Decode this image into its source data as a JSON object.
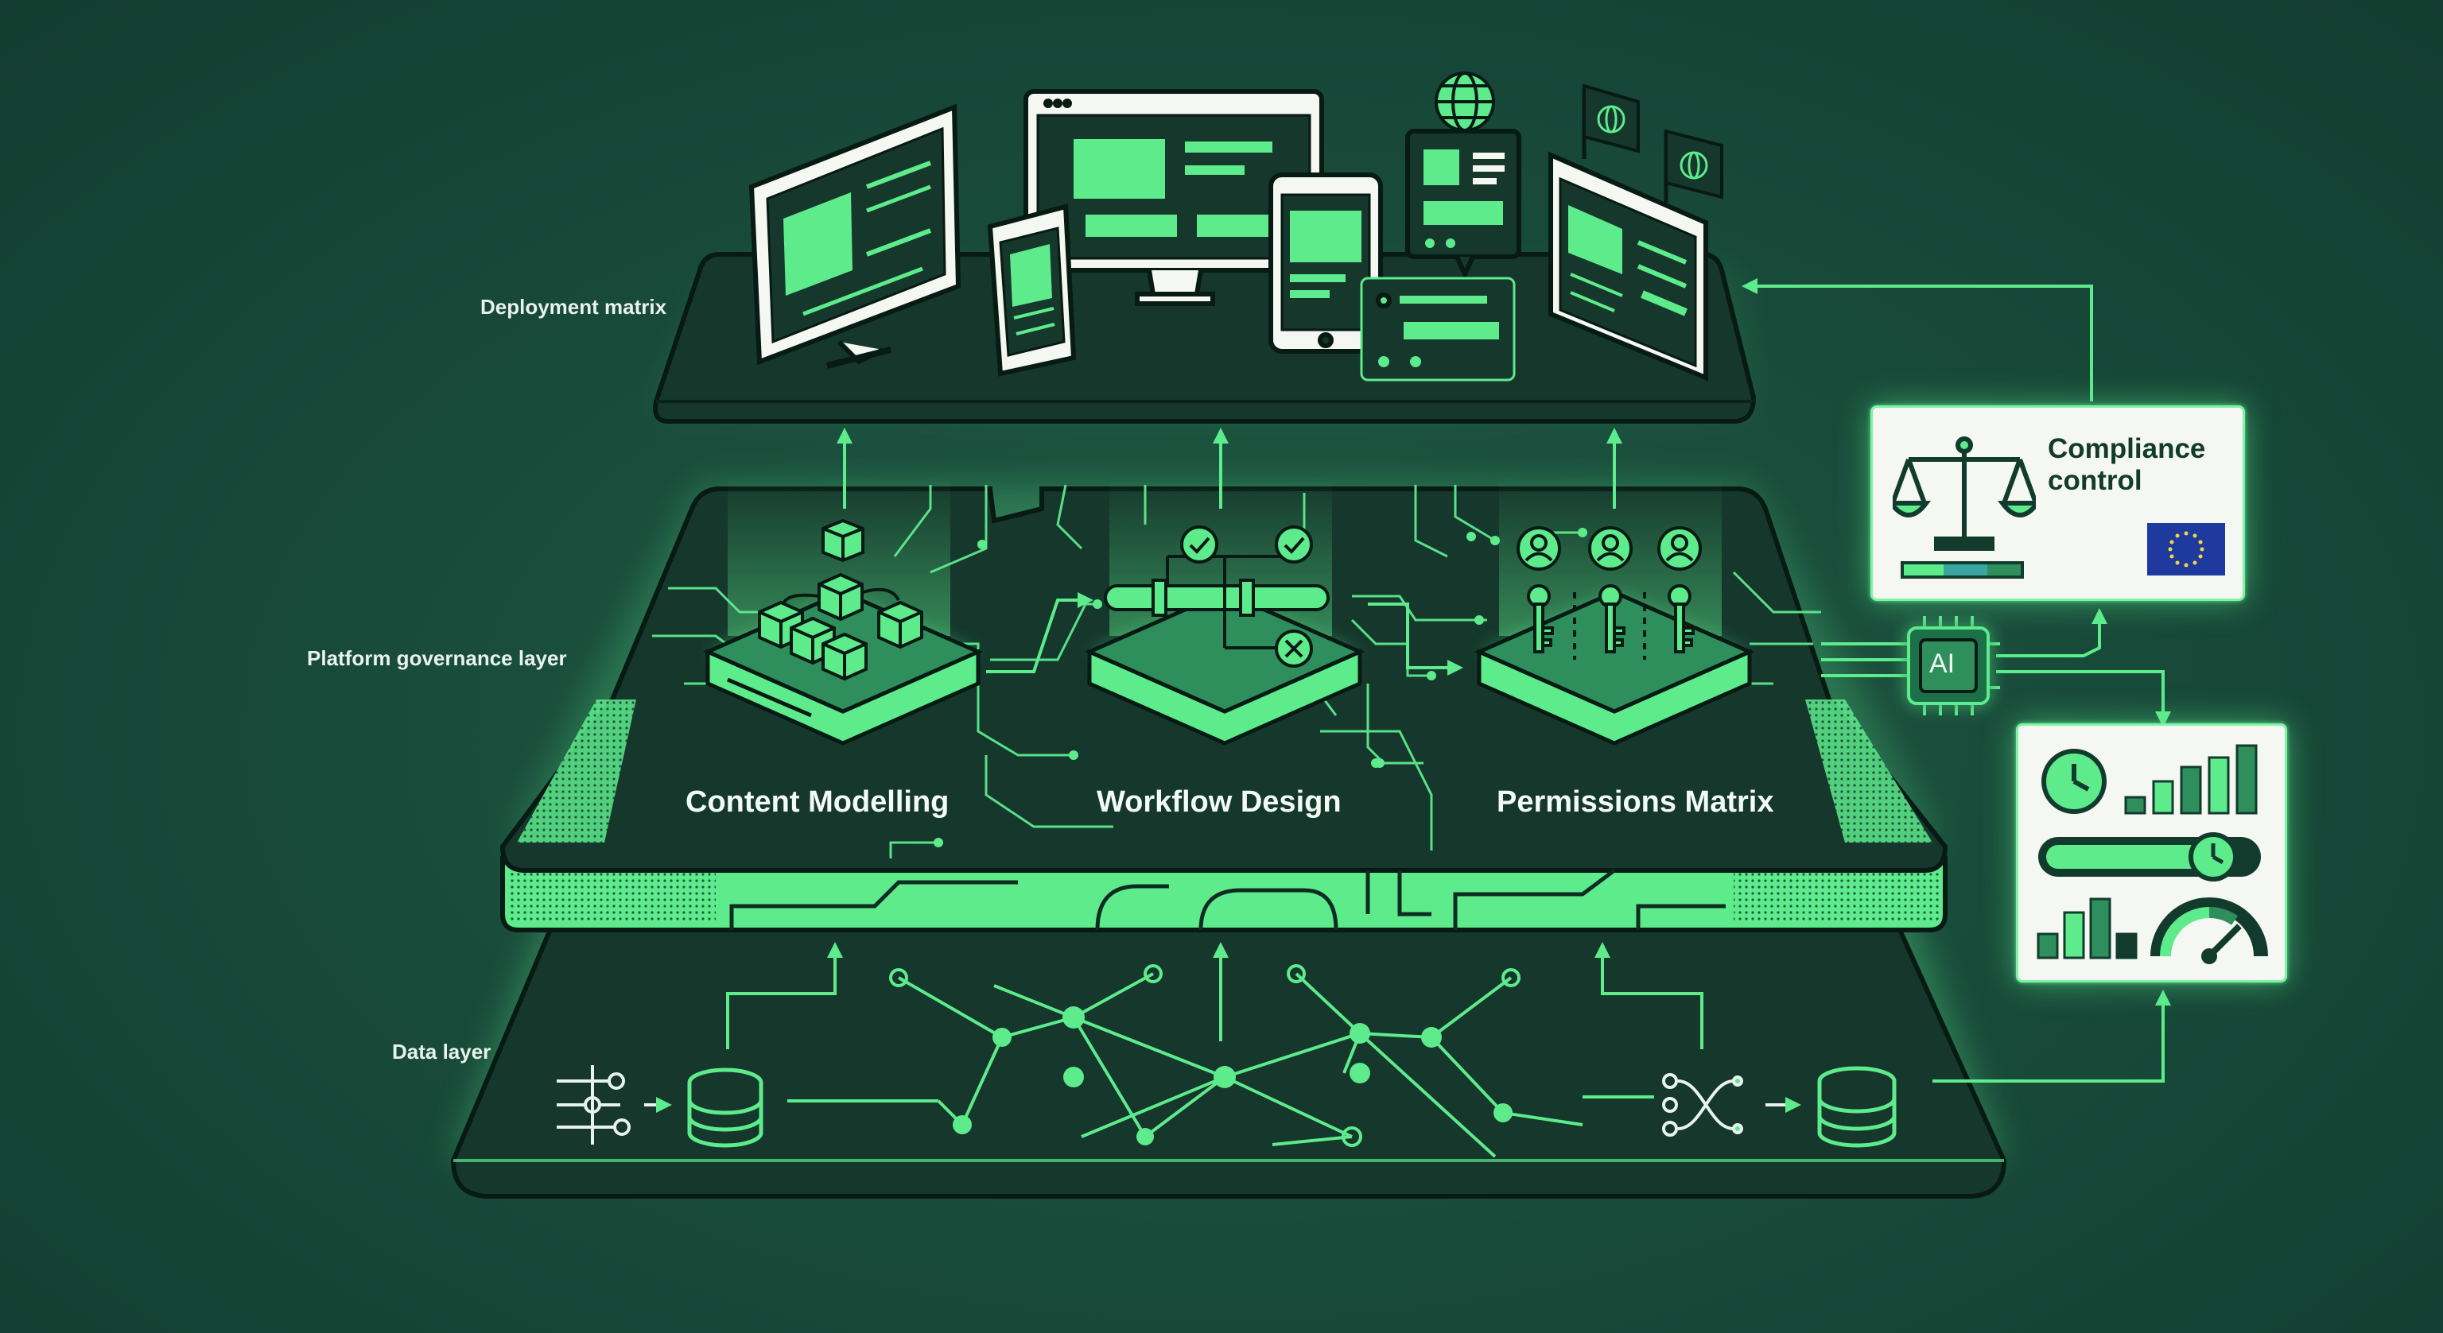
{
  "layers": {
    "deployment": "Deployment matrix",
    "governance": "Platform governance layer",
    "data": "Data layer"
  },
  "modules": [
    {
      "label": "Content Modelling",
      "icon": "cubes-icon"
    },
    {
      "label": "Workflow Design",
      "icon": "pipeline-icon"
    },
    {
      "label": "Permissions Matrix",
      "icon": "keys-icon"
    }
  ],
  "compliance": {
    "title": "Compliance control",
    "icons": [
      "scales-icon",
      "eu-flag-icon"
    ]
  },
  "ai_chip": {
    "label": "AI"
  },
  "monitor_card": {
    "icons": [
      "clock-icon",
      "bar-chart-icon",
      "slider-icon",
      "gauge-icon"
    ]
  },
  "colors": {
    "background": "#194c3b",
    "platform": "#15372c",
    "accent": "#5deb8c",
    "card": "#f4f7f2"
  }
}
